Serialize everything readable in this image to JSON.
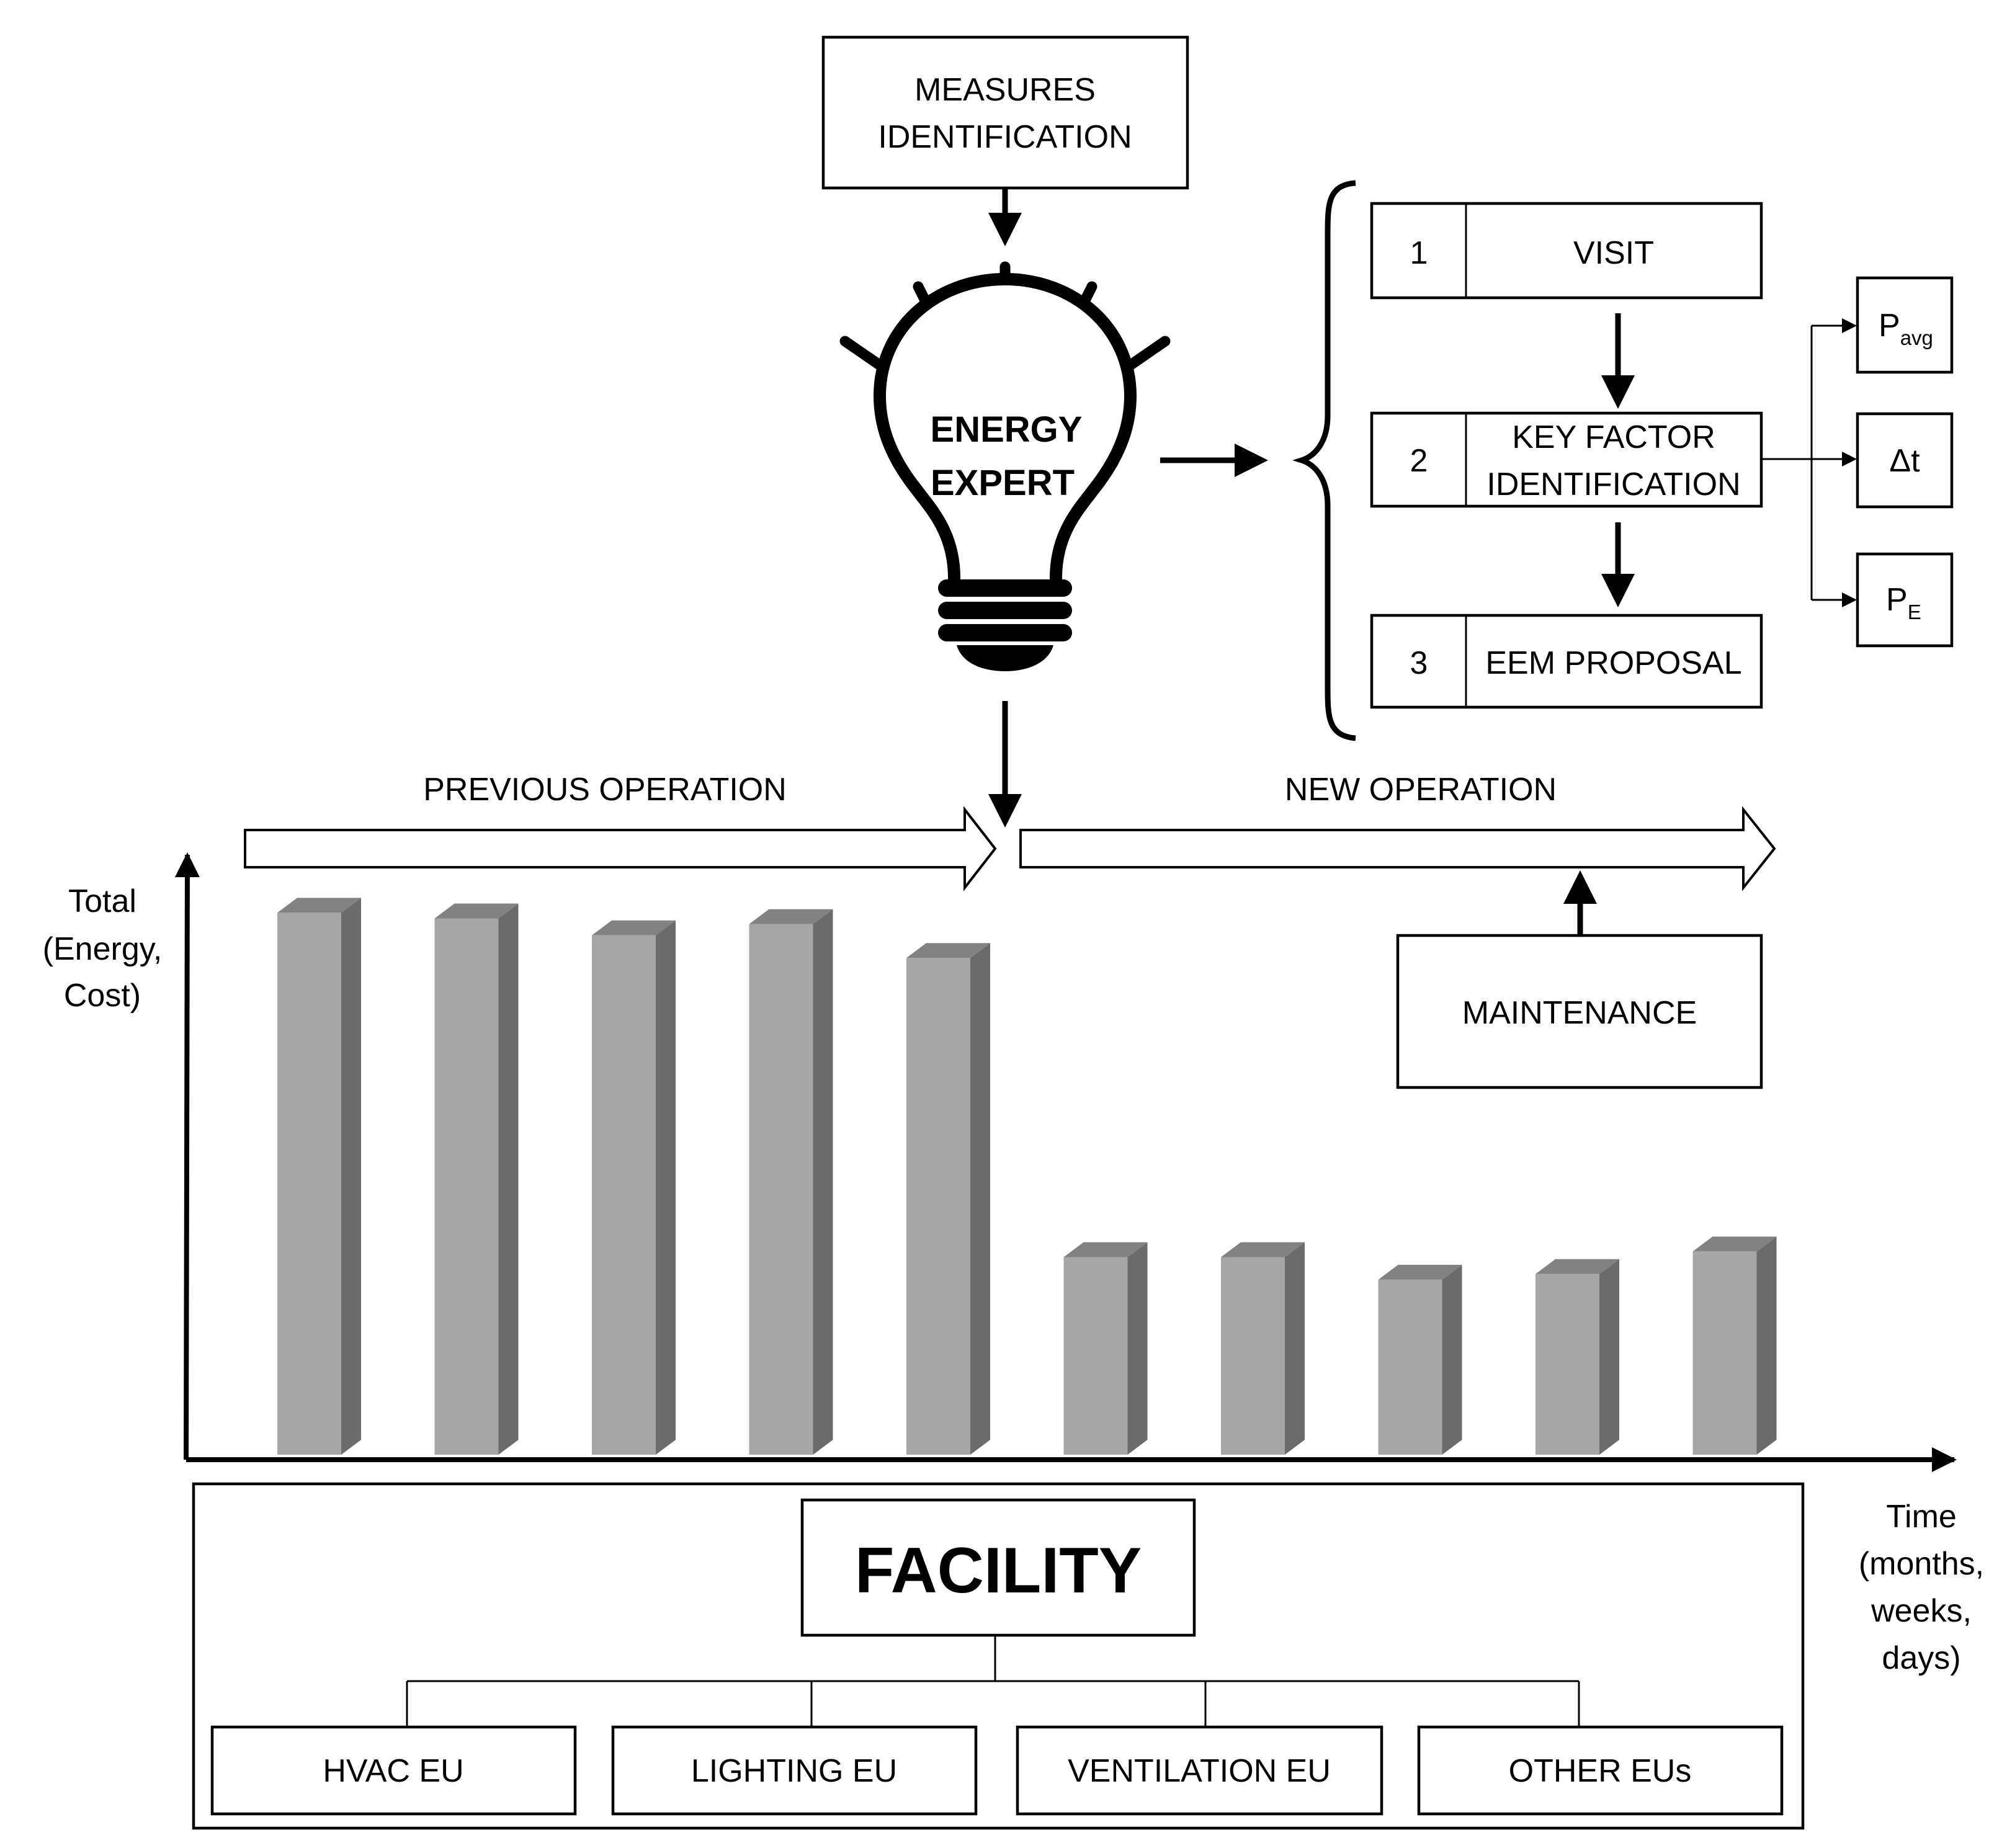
{
  "measures_identification": {
    "line1": "MEASURES",
    "line2": "IDENTIFICATION"
  },
  "energy_expert": {
    "line1": "ENERGY",
    "line2": "EXPERT"
  },
  "steps": [
    {
      "number": "1",
      "lines": [
        "VISIT"
      ]
    },
    {
      "number": "2",
      "lines": [
        "KEY FACTOR",
        "IDENTIFICATION"
      ]
    },
    {
      "number": "3",
      "lines": [
        "EEM PROPOSAL"
      ]
    }
  ],
  "key_factors": [
    {
      "symbol": "P",
      "subscript": "avg"
    },
    {
      "symbol": "Δt",
      "subscript": ""
    },
    {
      "symbol": "P",
      "subscript": "E"
    }
  ],
  "operation": {
    "previous": "PREVIOUS OPERATION",
    "new": "NEW OPERATION"
  },
  "maintenance": "MAINTENANCE",
  "y_axis_label": {
    "line1": "Total",
    "line2": "(Energy,",
    "line3": "Cost)"
  },
  "x_axis_label": {
    "line1": "Time",
    "line2": "(months,",
    "line3": "weeks,",
    "line4": "days)"
  },
  "facility": {
    "title": "FACILITY",
    "end_uses": [
      "HVAC EU",
      "LIGHTING EU",
      "VENTILATION EU",
      "OTHER EUs"
    ]
  },
  "chart_data": {
    "type": "bar",
    "title": "",
    "xlabel": "Time (months, weeks, days)",
    "ylabel": "Total (Energy, Cost)",
    "ylim": [
      0,
      1
    ],
    "grid": false,
    "legend": "none",
    "groups": [
      {
        "name": "PREVIOUS OPERATION",
        "values": [
          0.96,
          0.95,
          0.92,
          0.94,
          0.88
        ]
      },
      {
        "name": "NEW OPERATION",
        "values": [
          0.35,
          0.35,
          0.31,
          0.32,
          0.36
        ]
      }
    ],
    "colors": {
      "front": "#a6a6a6",
      "side": "#6b6b6b",
      "top": "#828282"
    }
  }
}
